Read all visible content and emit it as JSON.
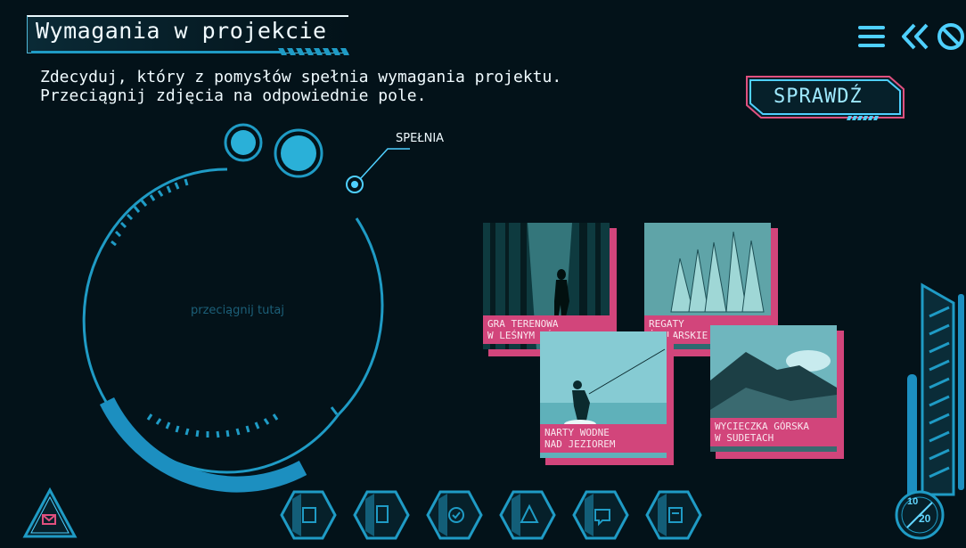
{
  "title": "Wymagania w projekcie",
  "instructions": "Zdecyduj, który z pomysłów spełnia wymagania projektu.\nPrzeciągnij zdjęcia na odpowiednie pole.",
  "check_button": "SPRAWDŹ",
  "drop_zone": {
    "label": "SPEŁNIA",
    "placeholder": "przeciągnij tutaj"
  },
  "cards": [
    {
      "caption": "GRA TERENOWA\nW LEŚNYM OŚRODKU",
      "icon": "forest-person-photo"
    },
    {
      "caption": "REGATY\nŻEGLARSKIE",
      "icon": "sailboats-photo"
    },
    {
      "caption": "NARTY WODNE\nNAD JEZIOREM",
      "icon": "waterski-photo"
    },
    {
      "caption": "WYCIECZKA GÓRSKA\nW SUDETACH",
      "icon": "mountains-photo"
    }
  ],
  "counter": {
    "current": "10",
    "total": "20"
  },
  "progress": 0.5,
  "colors": {
    "background": "#031219",
    "accent": "#1f9bc5",
    "cyan": "#4fd0ff",
    "pink": "#d2457b",
    "button_glow": "#e0507f"
  },
  "bottom_icons": [
    "hex-tool-1-icon",
    "hex-tool-2-icon",
    "hex-tool-3-icon",
    "hex-tool-4-icon",
    "hex-tool-5-icon",
    "hex-tool-6-icon"
  ]
}
